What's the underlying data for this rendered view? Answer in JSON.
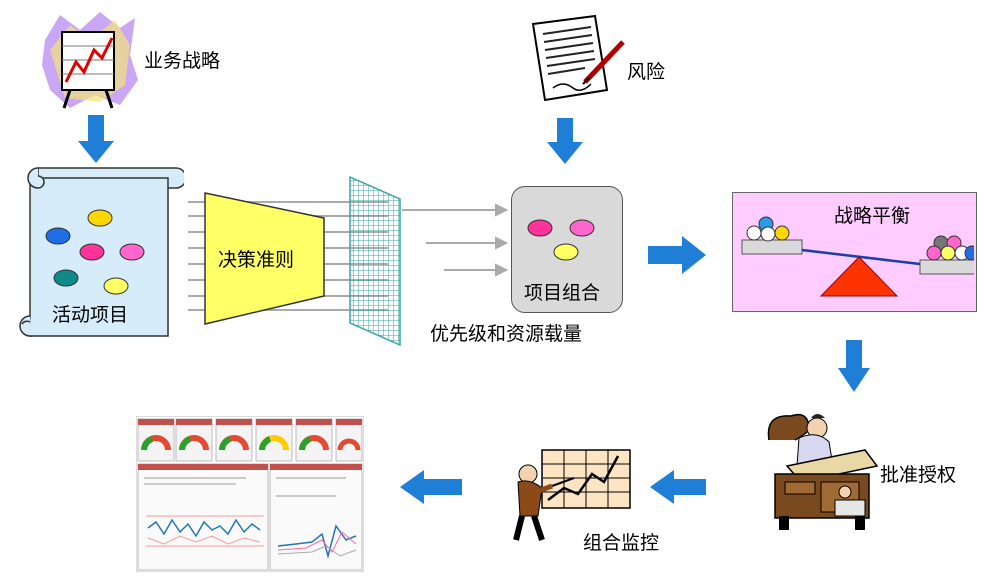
{
  "nodes": {
    "business_strategy": "业务战略",
    "risk": "风险",
    "active_projects": "活动项目",
    "decision_criteria": "决策准则",
    "project_portfolio": "项目组合",
    "priority_resource": "优先级和资源载量",
    "strategic_balance": "战略平衡",
    "approve_authorize": "批准授权",
    "portfolio_monitoring": "组合监控"
  },
  "colors": {
    "arrow_blue": "#1f7fd6",
    "scroll_fill": "#d6ecfb",
    "funnel_yellow": "#ffff66",
    "portfolio_gray": "#d9d9d9",
    "balance_pink": "#ffccff",
    "fulcrum_red": "#ff3300",
    "grid_teal": "#3aa6a0"
  },
  "icons": [
    "strategy-chart-clipart",
    "contract-signing-clipart",
    "approval-desk-clipart",
    "presenter-chart-clipart",
    "dashboard-screenshot"
  ]
}
